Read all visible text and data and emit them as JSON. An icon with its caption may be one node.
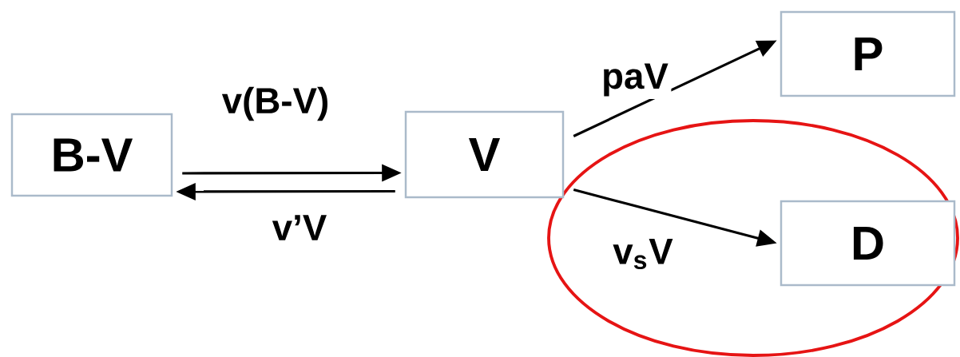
{
  "diagram": {
    "nodes": [
      {
        "text": [
          "B-V"
        ]
      },
      {
        "text": [
          "V"
        ]
      },
      {
        "text": [
          "P"
        ]
      },
      {
        "text": [
          "D"
        ]
      }
    ],
    "edges": [
      {
        "from": 0,
        "to": 1,
        "arrow": "to",
        "label": "v(B-V)"
      },
      {
        "from": 1,
        "to": 0,
        "arrow": "to",
        "label": "v’V"
      },
      {
        "from": 1,
        "to": 2,
        "arrow": "to",
        "label": "paV"
      },
      {
        "from": 1,
        "to": 3,
        "arrow": "to",
        "label": "v$_{s}$V"
      }
    ]
  }
}
